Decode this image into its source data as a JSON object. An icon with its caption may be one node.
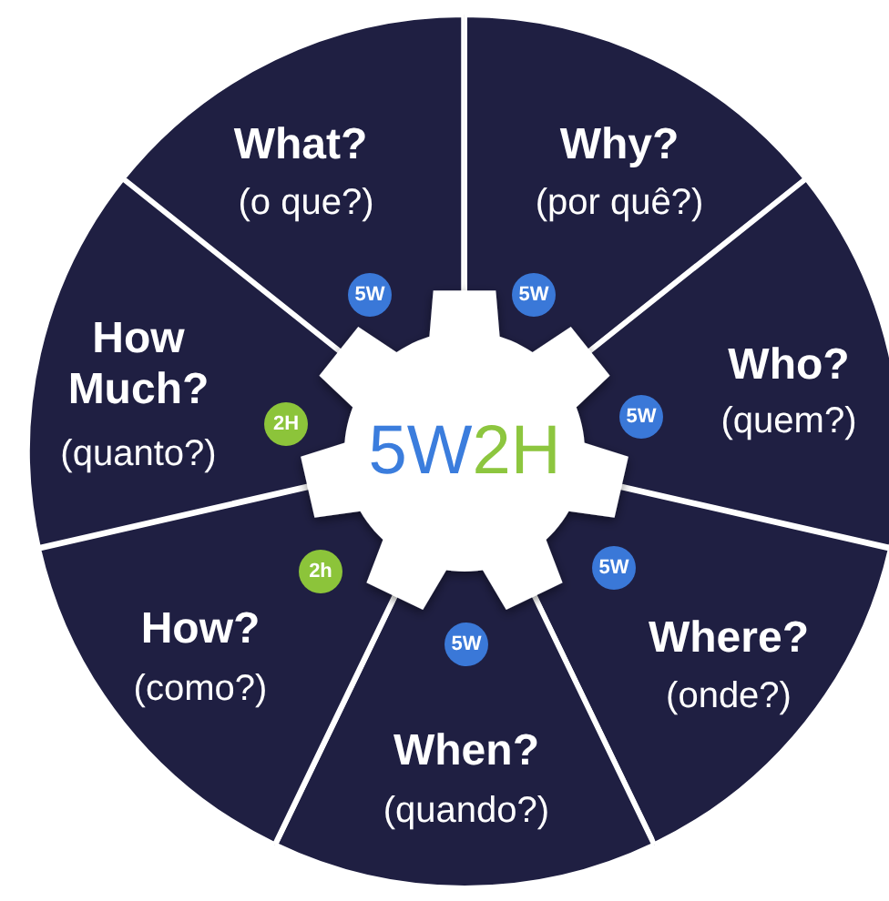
{
  "diagram": {
    "nodes": [
      {
        "text": [
          "What?",
          "(o que?)"
        ]
      },
      {
        "text": [
          "Why?",
          "(por quê?)"
        ]
      },
      {
        "text": [
          "Who?",
          "(quem?)"
        ]
      },
      {
        "text": [
          "Where?",
          "(onde?)"
        ]
      },
      {
        "text": [
          "When?",
          "(quando?)"
        ]
      },
      {
        "text": [
          "How?",
          "(como?)"
        ]
      },
      {
        "text": [
          "How Much?",
          "(quanto?)"
        ]
      },
      {
        "text": [
          "5W2H"
        ]
      },
      {
        "text": [
          "5W"
        ],
        "in": 0
      },
      {
        "text": [
          "5W"
        ],
        "in": 1
      },
      {
        "text": [
          "5W"
        ],
        "in": 2
      },
      {
        "text": [
          "5W"
        ],
        "in": 3
      },
      {
        "text": [
          "5W"
        ],
        "in": 4
      },
      {
        "text": [
          "2h"
        ],
        "in": 5
      },
      {
        "text": [
          "2H"
        ],
        "in": 6
      }
    ]
  }
}
